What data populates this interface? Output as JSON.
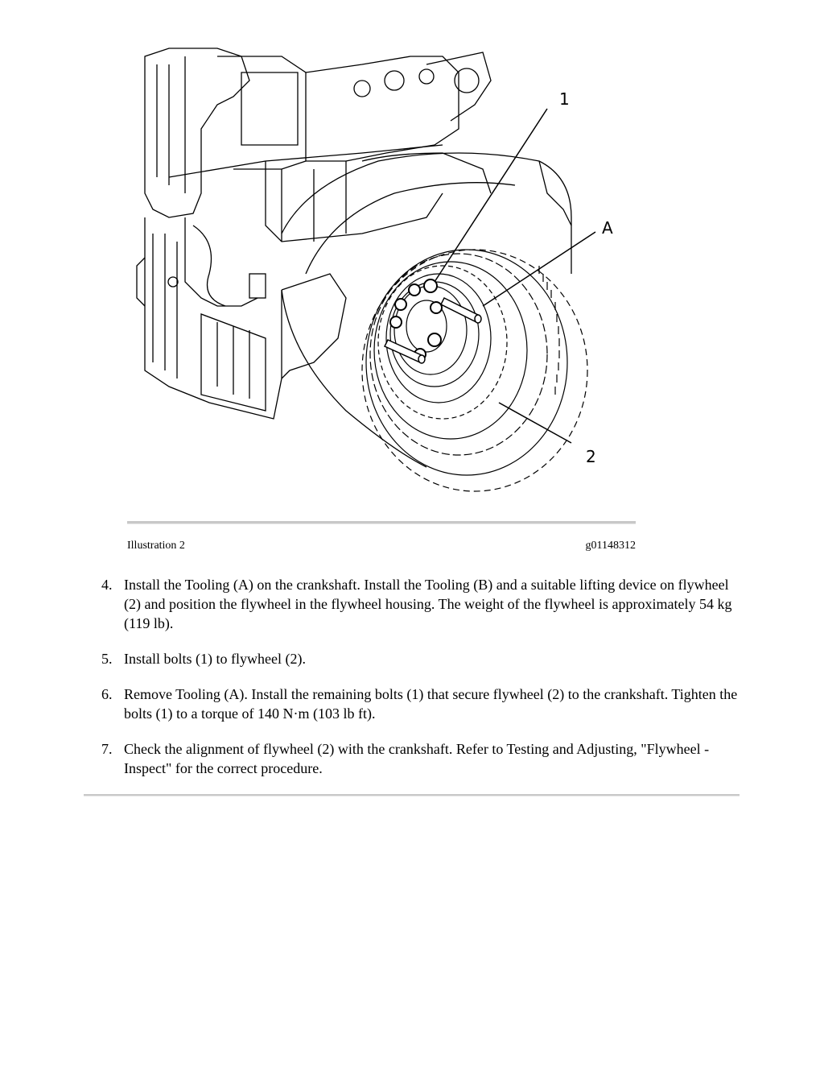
{
  "figure": {
    "callouts": {
      "one": "1",
      "a": "A",
      "two": "2"
    },
    "caption_left": "Illustration 2",
    "caption_right": "g01148312"
  },
  "steps": [
    {
      "number": "4.",
      "text": "Install the Tooling (A) on the crankshaft. Install the Tooling (B) and a suitable lifting device on flywheel (2) and position the flywheel in the flywheel housing. The weight of the flywheel is approximately 54 kg (119 lb)."
    },
    {
      "number": "5.",
      "text": "Install bolts (1) to flywheel (2)."
    },
    {
      "number": "6.",
      "text": "Remove Tooling (A). Install the remaining bolts (1) that secure flywheel (2) to the crankshaft. Tighten the bolts (1) to a torque of 140 N·m (103 lb ft)."
    },
    {
      "number": "7.",
      "text": "Check the alignment of flywheel (2) with the crankshaft. Refer to Testing and Adjusting, \"Flywheel - Inspect\" for the correct procedure."
    }
  ]
}
